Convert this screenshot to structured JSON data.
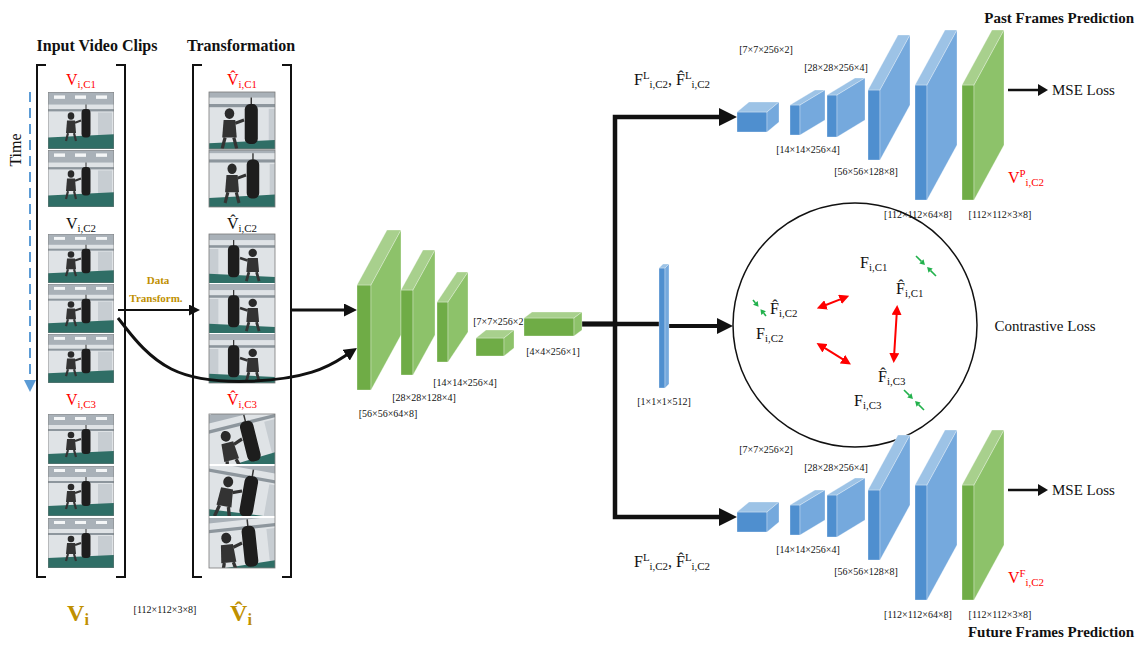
{
  "diagram": {
    "nodes": [
      {
        "text": [
          "Input Video Clips",
          "Vi"
        ]
      },
      {
        "text": [
          "Vi,C1"
        ],
        "in": 0
      },
      {
        "text": [
          "Vi,C2"
        ],
        "in": 0
      },
      {
        "text": [
          "Vi,C3"
        ],
        "in": 0
      },
      {
        "text": [
          "Transformation",
          "V̂i"
        ]
      },
      {
        "text": [
          "V̂i,C1"
        ],
        "in": 4
      },
      {
        "text": [
          "V̂i,C2"
        ],
        "in": 4
      },
      {
        "text": [
          "V̂i,C3"
        ],
        "in": 4
      },
      {
        "text": [
          "[56×56×64×8]"
        ]
      },
      {
        "text": [
          "[28×28×128×4]"
        ]
      },
      {
        "text": [
          "[14×14×256×4]"
        ]
      },
      {
        "text": [
          "[7×7×256×2]"
        ]
      },
      {
        "text": [
          "[4×4×256×1]"
        ]
      },
      {
        "text": [
          "[1×1×1×512]"
        ]
      },
      {
        "text": [
          "Contrastive Loss"
        ]
      },
      {
        "text": [
          "Fi,C1",
          "F̂i,C1"
        ],
        "in": 14
      },
      {
        "text": [
          "F̂i,C2",
          "Fi,C2"
        ],
        "in": 14
      },
      {
        "text": [
          "F̂i,C3",
          "Fi,C3"
        ],
        "in": 14
      },
      {
        "text": [
          "[7×7×256×2]"
        ]
      },
      {
        "text": [
          "[14×14×256×4]"
        ]
      },
      {
        "text": [
          "[28×28×256×4]"
        ]
      },
      {
        "text": [
          "[56×56×128×8]"
        ]
      },
      {
        "text": [
          "[112×112×64×8]"
        ]
      },
      {
        "text": [
          "VPi,C2",
          "[112×112×3×8]"
        ]
      },
      {
        "text": [
          "[7×7×256×2]"
        ]
      },
      {
        "text": [
          "[14×14×256×4]"
        ]
      },
      {
        "text": [
          "[28×28×256×4]"
        ]
      },
      {
        "text": [
          "[56×56×128×8]"
        ]
      },
      {
        "text": [
          "[112×112×64×8]"
        ]
      },
      {
        "text": [
          "VFi,C2",
          "[112×112×3×8]"
        ]
      }
    ],
    "edges": [
      {
        "from": 2,
        "to": 6,
        "arrow": "to",
        "label": "Data Transform."
      },
      {
        "from": 4,
        "to": 8,
        "arrow": "to"
      },
      {
        "from": 2,
        "to": 8,
        "arrow": "to"
      },
      {
        "from": 12,
        "to": 13,
        "arrow": "none"
      },
      {
        "from": 12,
        "to": 18,
        "arrow": "to",
        "label": "FLi,C2, F̂Li,C2"
      },
      {
        "from": 12,
        "to": 24,
        "arrow": "to",
        "label": "FLi,C2, F̂Li,C2"
      },
      {
        "from": 13,
        "to": 14,
        "arrow": "to"
      },
      {
        "from": 16,
        "to": 15,
        "arrow": "both"
      },
      {
        "from": 15,
        "to": 17,
        "arrow": "both"
      },
      {
        "from": 16,
        "to": 17,
        "arrow": "both"
      }
    ],
    "labels": [
      "Time",
      "[112×112×3×8]",
      "Past Frames Prediction",
      "MSE Loss",
      "Future Frames Prediction",
      "MSE Loss"
    ]
  }
}
